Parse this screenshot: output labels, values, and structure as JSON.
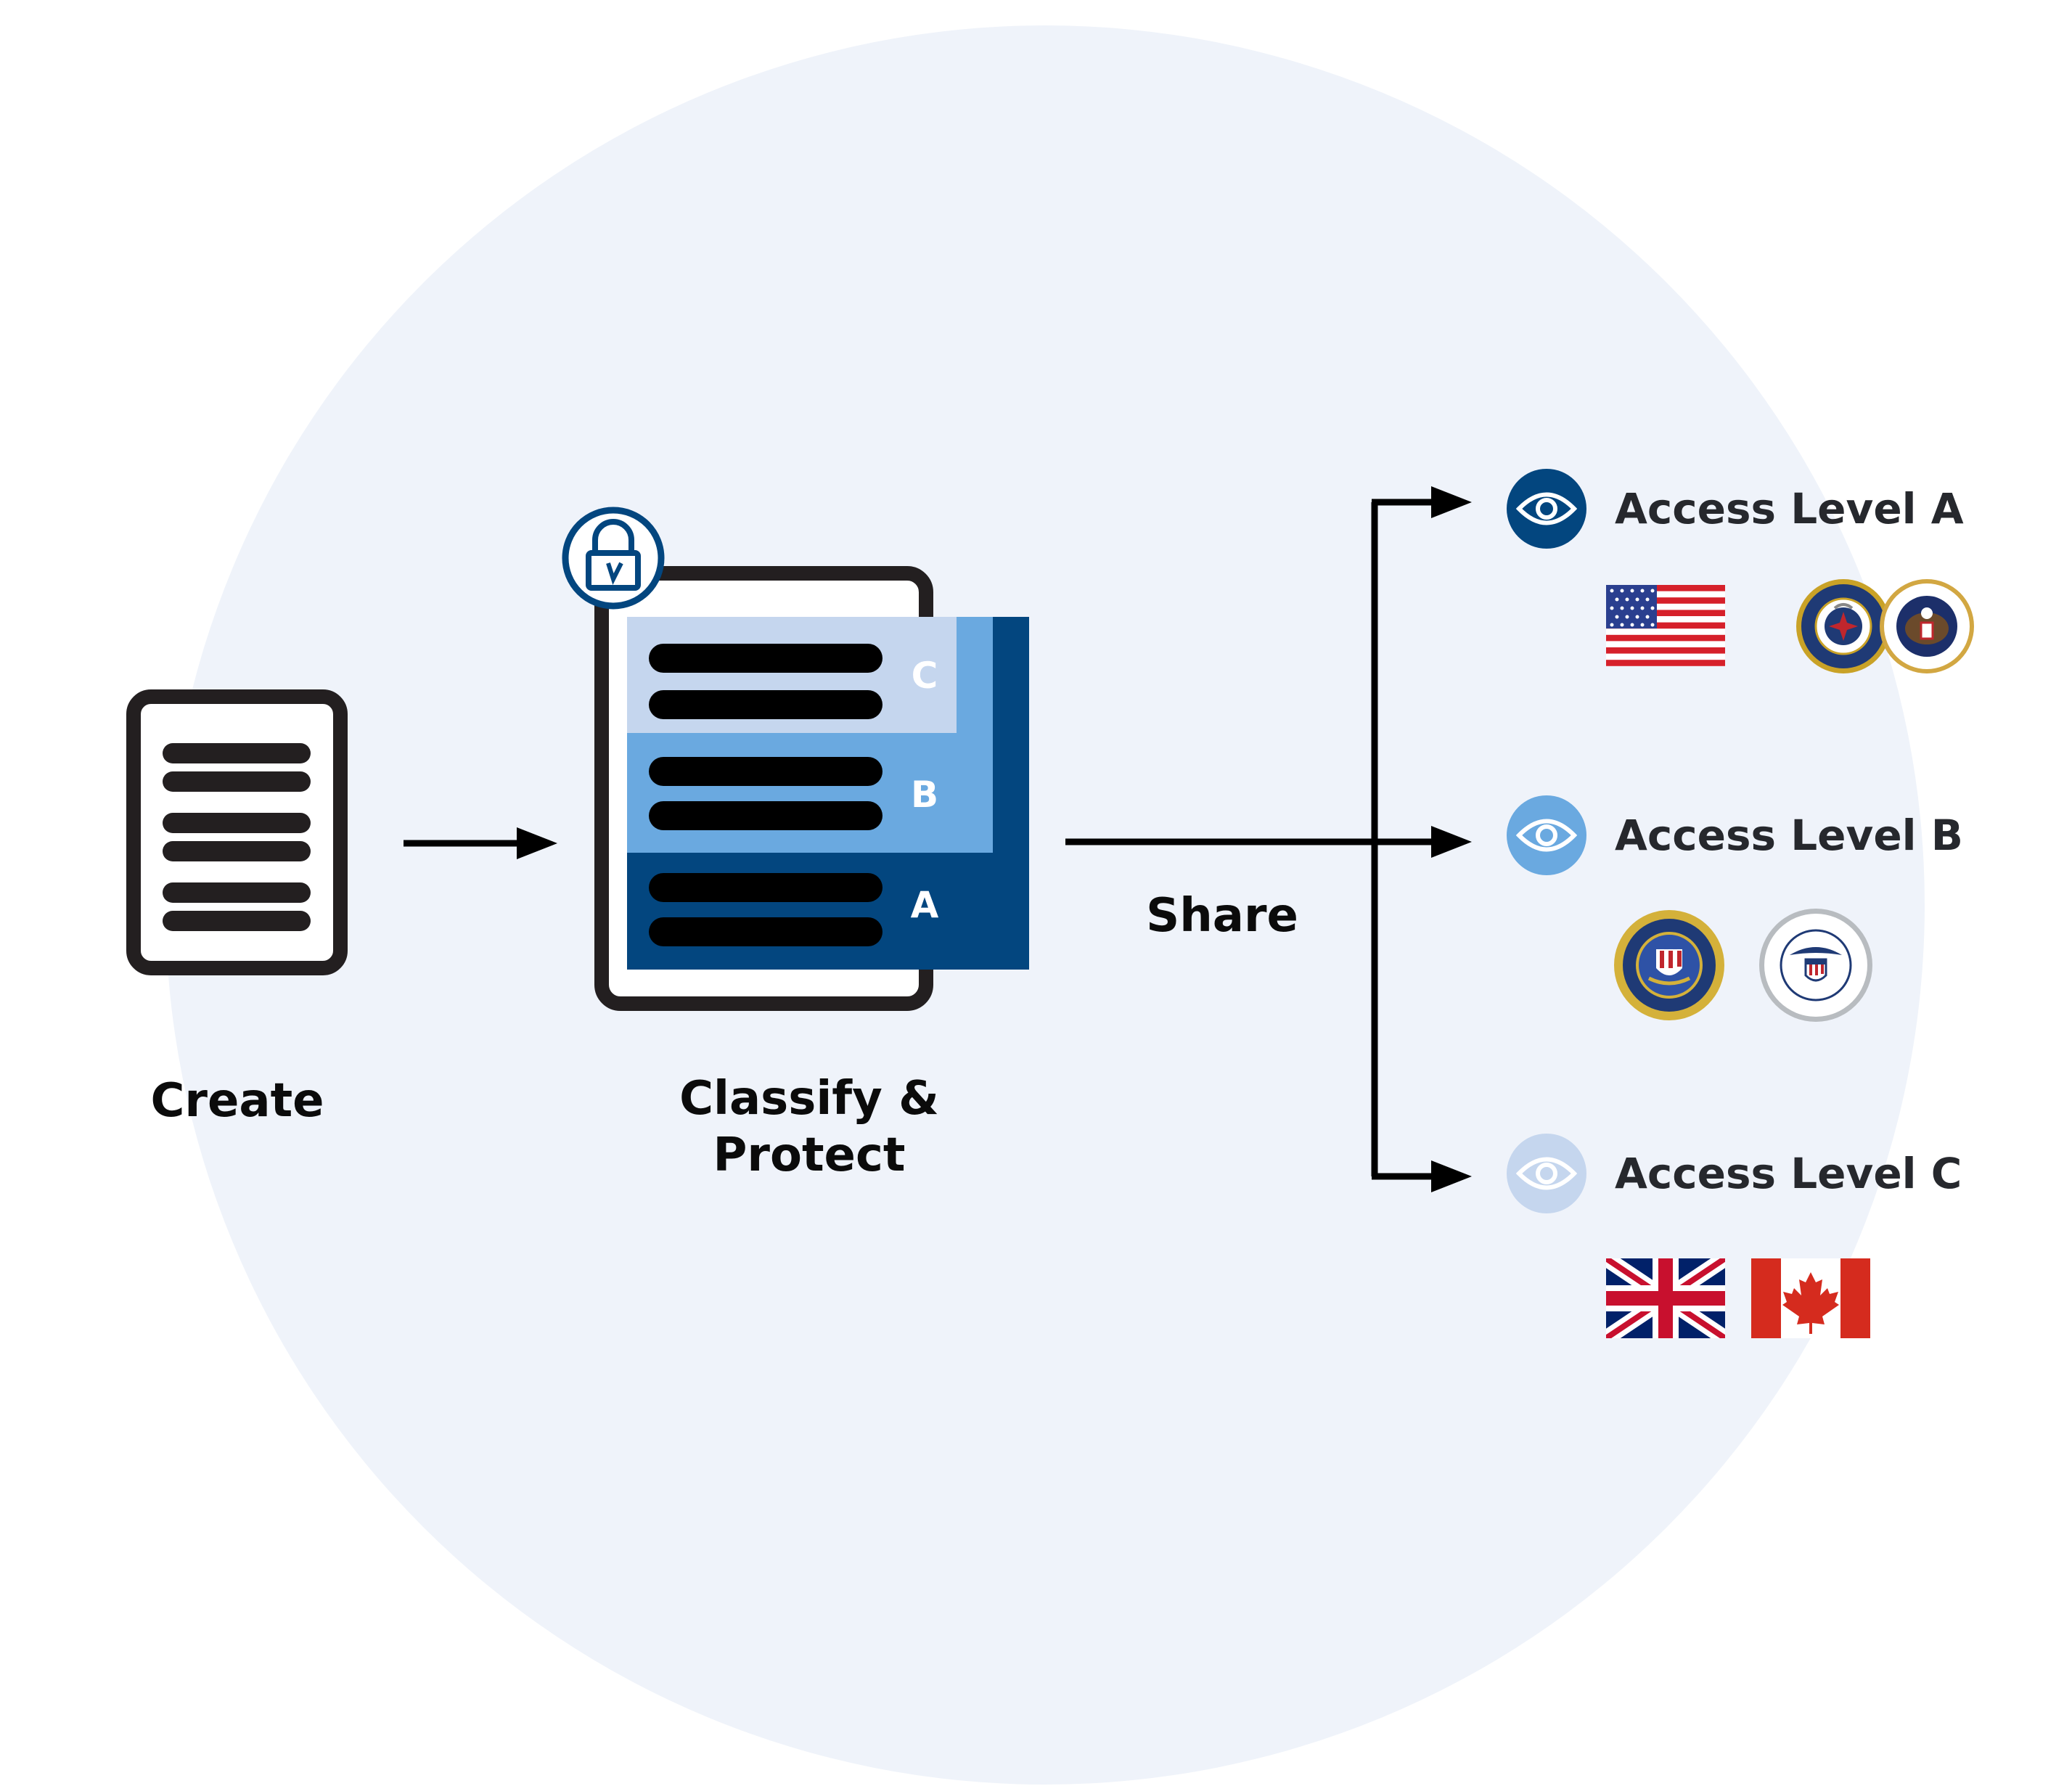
{
  "steps": {
    "create": "Create",
    "classify_line1": "Classify &",
    "classify_line2": "Protect",
    "share": "Share"
  },
  "tiers": {
    "c": "C",
    "b": "B",
    "a": "A"
  },
  "access_levels": [
    {
      "label": "Access Level A",
      "color": "#03467f",
      "badges": [
        "us-flag-icon",
        "cia-seal-icon",
        "nsa-seal-icon"
      ]
    },
    {
      "label": "Access Level B",
      "color": "#6aa9e0",
      "badges": [
        "fbi-seal-icon",
        "cbp-seal-icon"
      ]
    },
    {
      "label": "Access Level C",
      "color": "#c5d6ee",
      "badges": [
        "uk-flag-icon",
        "canada-flag-icon"
      ]
    }
  ],
  "colors": {
    "circle_bg": "#eff3fa",
    "tier_c": "#c5d6ee",
    "tier_b": "#6aa9e0",
    "tier_a": "#03467f",
    "doc_outline": "#231f20"
  }
}
